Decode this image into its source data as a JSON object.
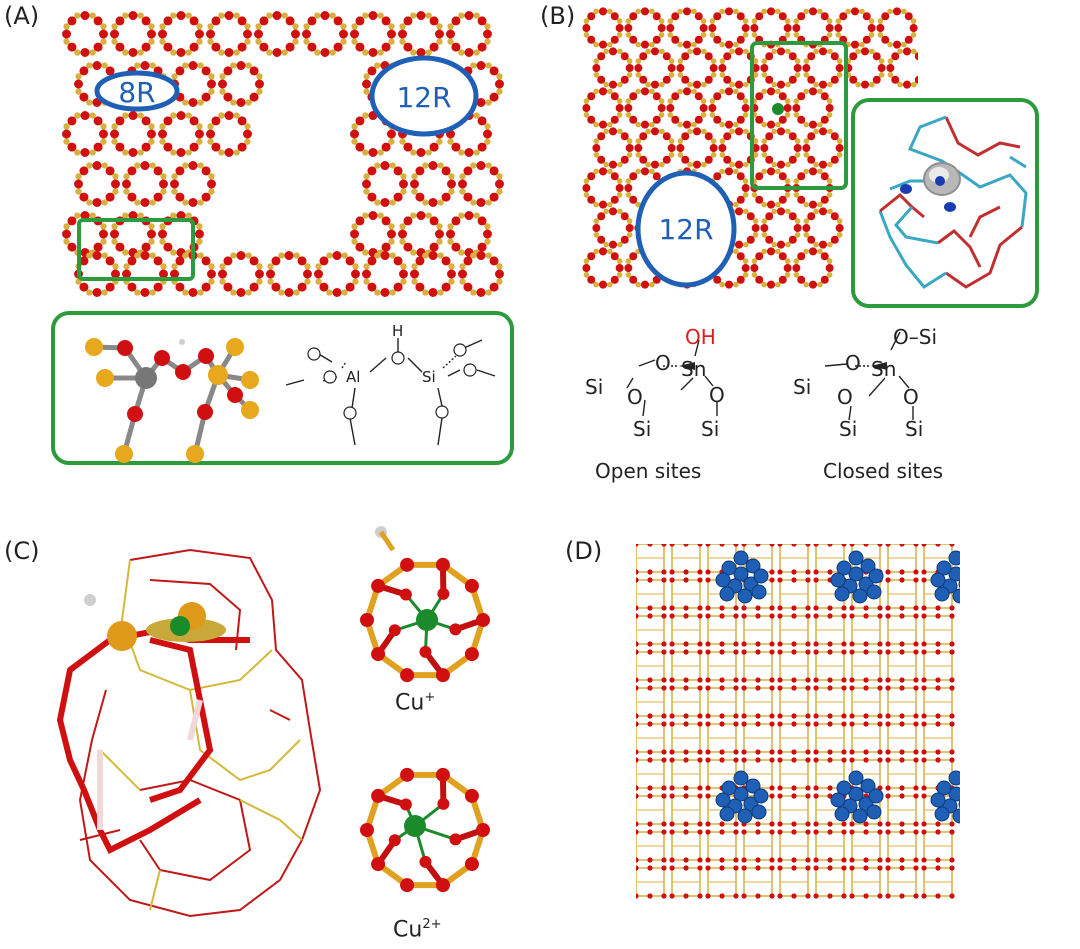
{
  "panels": {
    "a": {
      "label": "(A)",
      "ring_8": "8R",
      "ring_12": "12R",
      "atoms": {
        "h": "H",
        "al": "Al",
        "si": "Si"
      }
    },
    "b": {
      "label": "(B)",
      "ring_12": "12R",
      "open_oh": "OH",
      "sn": "Sn",
      "si": "Si",
      "o_si": "O–Si",
      "open_caption": "Open sites",
      "closed_caption": "Closed sites"
    },
    "c": {
      "label": "(C)",
      "cu_plus": "Cu",
      "cu_plus_sup": "+",
      "cu_2plus": "Cu",
      "cu_2plus_sup": "2+"
    },
    "d": {
      "label": "(D)"
    }
  },
  "colors": {
    "ring_outline": "#1f5fb5",
    "highlight_box": "#2e9a3e",
    "oxygen": "#d01010",
    "silicon": "#d8b040",
    "copper": "#e09a1a",
    "sn_center": "#1a8a2a",
    "guest": "#1f5fb5",
    "oh_red": "#e01c1c"
  }
}
